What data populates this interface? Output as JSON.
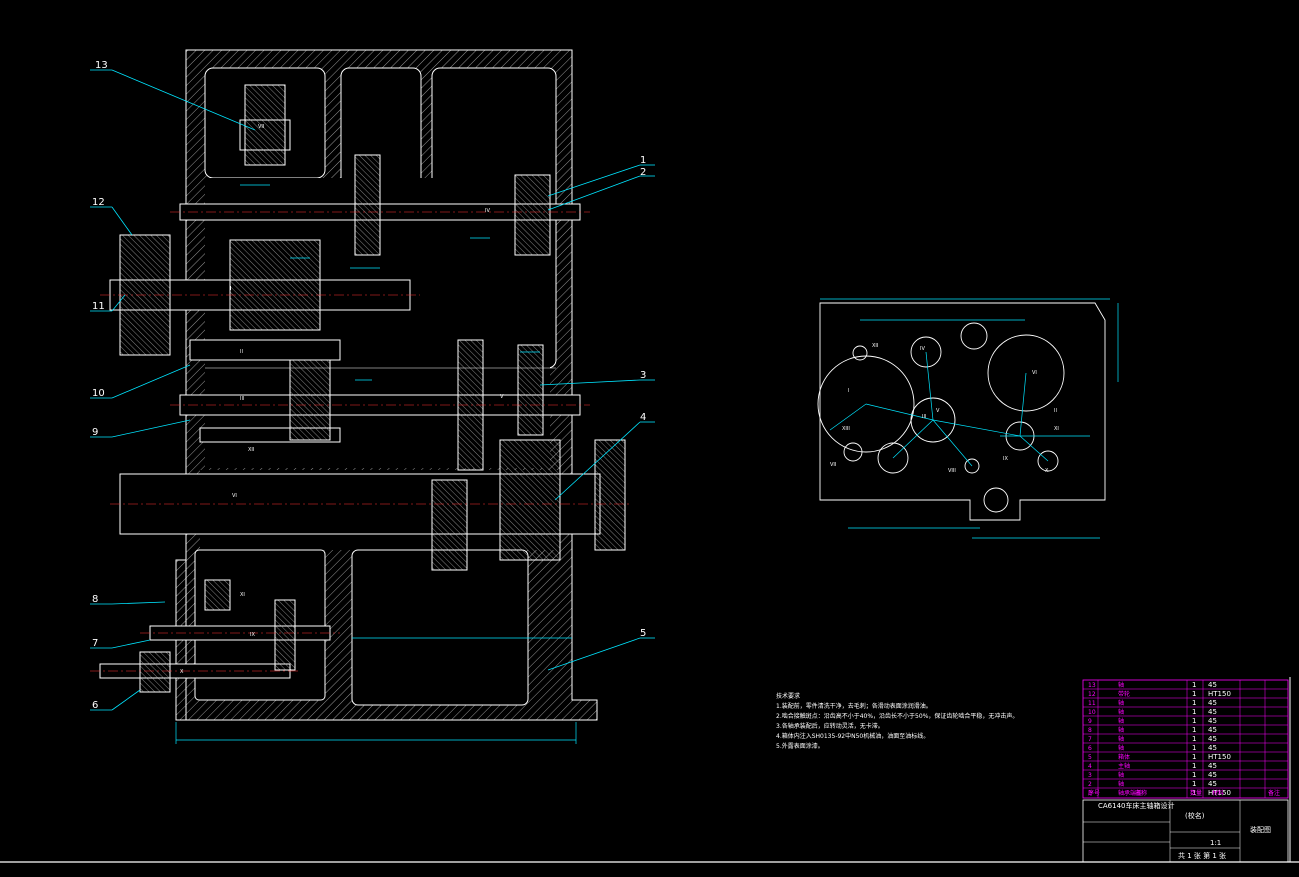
{
  "drawing": {
    "callouts": [
      "1",
      "2",
      "3",
      "4",
      "5",
      "6",
      "7",
      "8",
      "9",
      "10",
      "11",
      "12",
      "13"
    ],
    "shaft_labels": [
      "VII",
      "IV",
      "I",
      "II",
      "III",
      "V",
      "VI",
      "XII",
      "IX",
      "X",
      "XI"
    ],
    "section_shaft_labels": [
      "XII",
      "IV",
      "I",
      "VI",
      "XIII",
      "II",
      "V",
      "III",
      "VII",
      "VIII",
      "IX",
      "X",
      "XI"
    ]
  },
  "notes": {
    "title": "技术要求",
    "lines": [
      "1.装配前，零件清洗干净，去毛刺；各滑动表面涂润滑油。",
      "2.啮合接触斑点：沿齿高不小于40%，沿齿长不小于50%，保证齿轮啮合平稳，无冲击声。",
      "3.各轴承装配后，应转动灵活，无卡滞。",
      "4.箱体内注入SH0135-92中N50机械油，油面至油标线。",
      "5.外露表面涂漆。"
    ]
  },
  "parts_table": {
    "rows": [
      {
        "no": "13",
        "name": "轴",
        "qty": "1",
        "mat": "45"
      },
      {
        "no": "12",
        "name": "带轮",
        "qty": "1",
        "mat": "HT150"
      },
      {
        "no": "11",
        "name": "轴",
        "qty": "1",
        "mat": "45"
      },
      {
        "no": "10",
        "name": "轴",
        "qty": "1",
        "mat": "45"
      },
      {
        "no": "9",
        "name": "轴",
        "qty": "1",
        "mat": "45"
      },
      {
        "no": "8",
        "name": "轴",
        "qty": "1",
        "mat": "45"
      },
      {
        "no": "7",
        "name": "轴",
        "qty": "1",
        "mat": "45"
      },
      {
        "no": "6",
        "name": "轴",
        "qty": "1",
        "mat": "45"
      },
      {
        "no": "5",
        "name": "箱体",
        "qty": "1",
        "mat": "HT150"
      },
      {
        "no": "4",
        "name": "主轴",
        "qty": "1",
        "mat": "45"
      },
      {
        "no": "3",
        "name": "轴",
        "qty": "1",
        "mat": "45"
      },
      {
        "no": "2",
        "name": "轴",
        "qty": "1",
        "mat": "45"
      },
      {
        "no": "1",
        "name": "轴承端盖",
        "qty": "1",
        "mat": "HT150"
      }
    ],
    "header": [
      "序号",
      "名称",
      "数量",
      "材料",
      "备注"
    ]
  },
  "title_block": {
    "project": "CA6140车床主轴箱设计",
    "school": "(校名)",
    "drawing_name": "装配图",
    "sheet": "共 1 张  第 1 张",
    "scale": "1:1"
  }
}
